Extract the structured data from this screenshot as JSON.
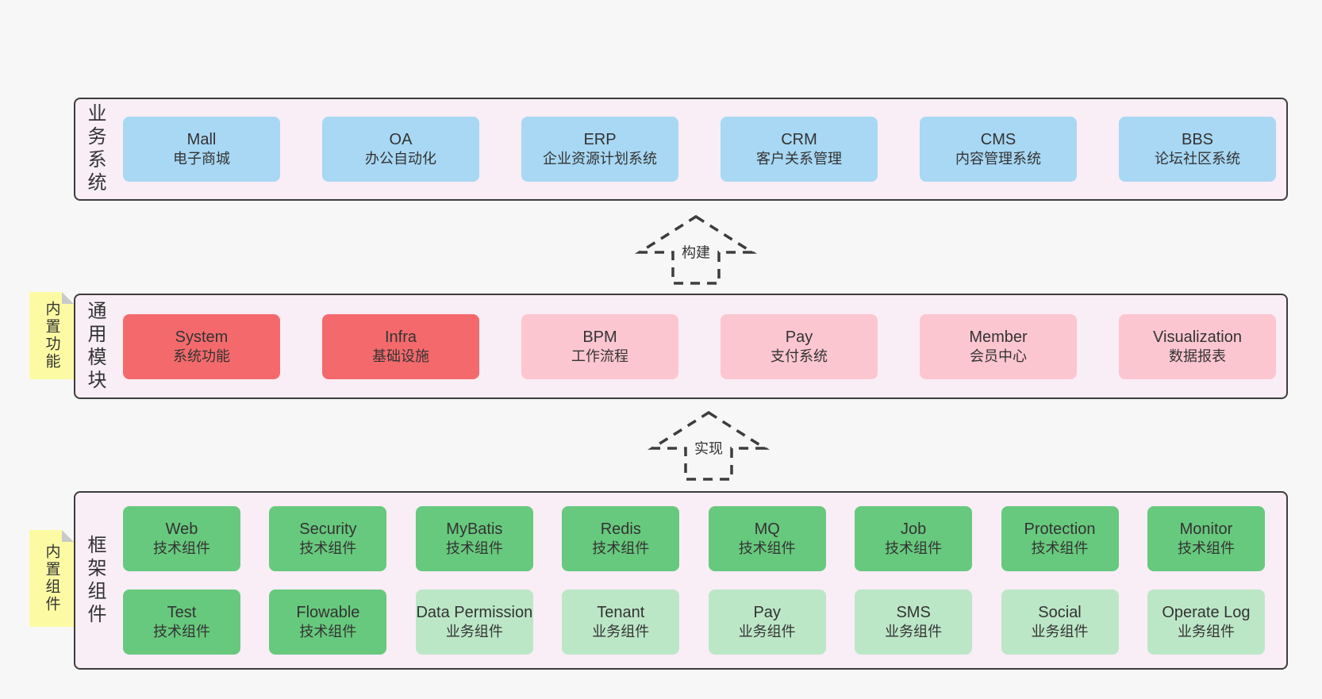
{
  "colors": {
    "page_bg": "#f7f7f7",
    "band_bg": "#f9edf6",
    "band_border": "#3d3d3d",
    "blue": "#a8d8f4",
    "red": "#f46a6c",
    "pink": "#fcc6d0",
    "green": "#67c97d",
    "green_light": "#bce7c7",
    "sticky_yellow": "#fcfba4",
    "sticky_fold_gray": "#c9c9c9",
    "text": "#333333"
  },
  "bands": {
    "business": {
      "label": "业务系统",
      "items": [
        {
          "name": "Mall",
          "desc": "电子商城",
          "variant": "blue"
        },
        {
          "name": "OA",
          "desc": "办公自动化",
          "variant": "blue"
        },
        {
          "name": "ERP",
          "desc": "企业资源计划系统",
          "variant": "blue"
        },
        {
          "name": "CRM",
          "desc": "客户关系管理",
          "variant": "blue"
        },
        {
          "name": "CMS",
          "desc": "内容管理系统",
          "variant": "blue"
        },
        {
          "name": "BBS",
          "desc": "论坛社区系统",
          "variant": "blue"
        }
      ]
    },
    "modules": {
      "label": "通用模块",
      "sticky": "内置功能",
      "items": [
        {
          "name": "System",
          "desc": "系统功能",
          "variant": "red"
        },
        {
          "name": "Infra",
          "desc": "基础设施",
          "variant": "red"
        },
        {
          "name": "BPM",
          "desc": "工作流程",
          "variant": "pink"
        },
        {
          "name": "Pay",
          "desc": "支付系统",
          "variant": "pink"
        },
        {
          "name": "Member",
          "desc": "会员中心",
          "variant": "pink"
        },
        {
          "name": "Visualization",
          "desc": "数据报表",
          "variant": "pink"
        }
      ]
    },
    "framework": {
      "label": "框架组件",
      "sticky": "内置组件",
      "rows": [
        [
          {
            "name": "Web",
            "desc": "技术组件",
            "variant": "green"
          },
          {
            "name": "Security",
            "desc": "技术组件",
            "variant": "green"
          },
          {
            "name": "MyBatis",
            "desc": "技术组件",
            "variant": "green"
          },
          {
            "name": "Redis",
            "desc": "技术组件",
            "variant": "green"
          },
          {
            "name": "MQ",
            "desc": "技术组件",
            "variant": "green"
          },
          {
            "name": "Job",
            "desc": "技术组件",
            "variant": "green"
          },
          {
            "name": "Protection",
            "desc": "技术组件",
            "variant": "green"
          },
          {
            "name": "Monitor",
            "desc": "技术组件",
            "variant": "green"
          }
        ],
        [
          {
            "name": "Test",
            "desc": "技术组件",
            "variant": "green"
          },
          {
            "name": "Flowable",
            "desc": "技术组件",
            "variant": "green"
          },
          {
            "name": "Data Permission",
            "desc": "业务组件",
            "variant": "green-light"
          },
          {
            "name": "Tenant",
            "desc": "业务组件",
            "variant": "green-light"
          },
          {
            "name": "Pay",
            "desc": "业务组件",
            "variant": "green-light"
          },
          {
            "name": "SMS",
            "desc": "业务组件",
            "variant": "green-light"
          },
          {
            "name": "Social",
            "desc": "业务组件",
            "variant": "green-light"
          },
          {
            "name": "Operate Log",
            "desc": "业务组件",
            "variant": "green-light"
          }
        ]
      ]
    }
  },
  "arrows": {
    "build": {
      "label": "构建"
    },
    "implement": {
      "label": "实现"
    }
  }
}
